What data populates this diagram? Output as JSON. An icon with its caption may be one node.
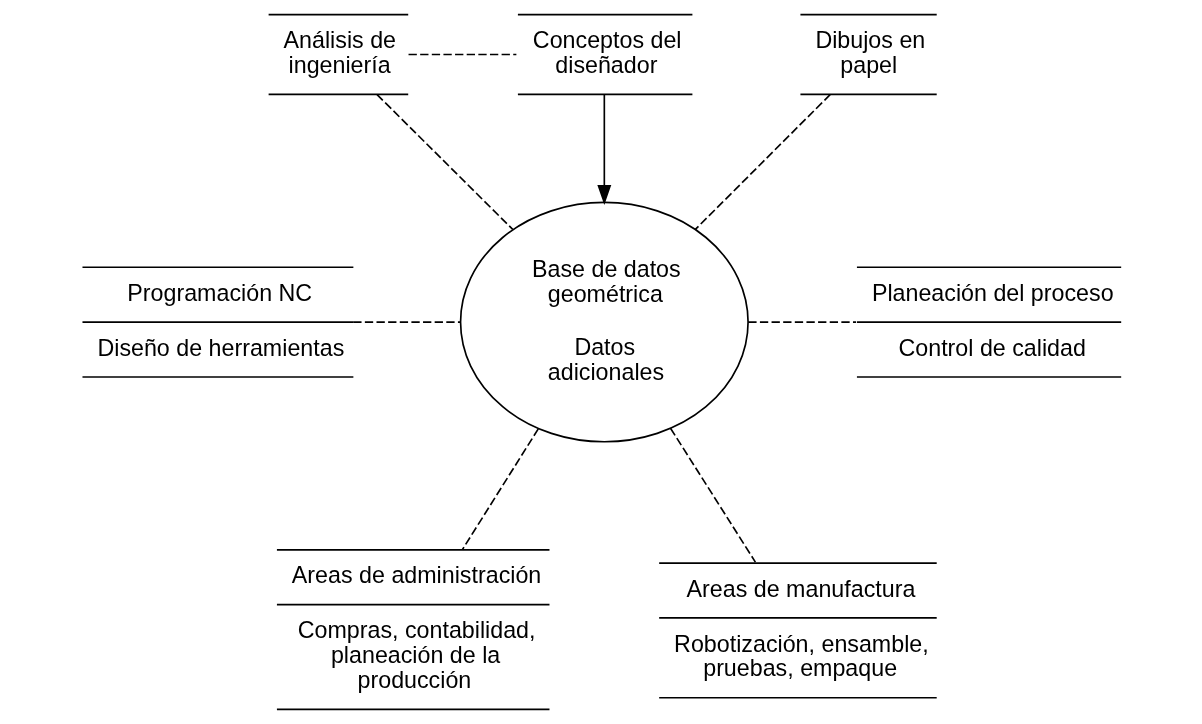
{
  "diagram": {
    "nodes": [
      {
        "text": [
          "Análisis de ingeniería"
        ]
      },
      {
        "text": [
          "Conceptos del diseñador"
        ]
      },
      {
        "text": [
          "Dibujos en papel"
        ]
      },
      {
        "text": [
          "Programación NC",
          "Diseño de herramientas"
        ]
      },
      {
        "text": [
          "Base de datos geométrica",
          "Datos adicionales"
        ]
      },
      {
        "text": [
          "Planeación del proceso",
          "Control de calidad"
        ]
      },
      {
        "text": [
          "Areas de administración",
          "Compras, contabilidad, planeación de la producción"
        ]
      },
      {
        "text": [
          "Areas de manufactura",
          "Robotización, ensamble, pruebas, empaque"
        ]
      }
    ],
    "edges": [
      {
        "from": 0,
        "to": 1,
        "arrow": "none",
        "style": "dashed"
      },
      {
        "from": 1,
        "to": 4,
        "arrow": "to"
      },
      {
        "from": 0,
        "to": 4,
        "arrow": "none",
        "style": "dashed"
      },
      {
        "from": 2,
        "to": 4,
        "arrow": "none",
        "style": "dashed"
      },
      {
        "from": 3,
        "to": 4,
        "arrow": "none",
        "style": "dashed"
      },
      {
        "from": 4,
        "to": 5,
        "arrow": "none",
        "style": "dashed"
      },
      {
        "from": 4,
        "to": 6,
        "arrow": "none",
        "style": "dashed"
      },
      {
        "from": 4,
        "to": 7,
        "arrow": "none",
        "style": "dashed"
      }
    ]
  }
}
